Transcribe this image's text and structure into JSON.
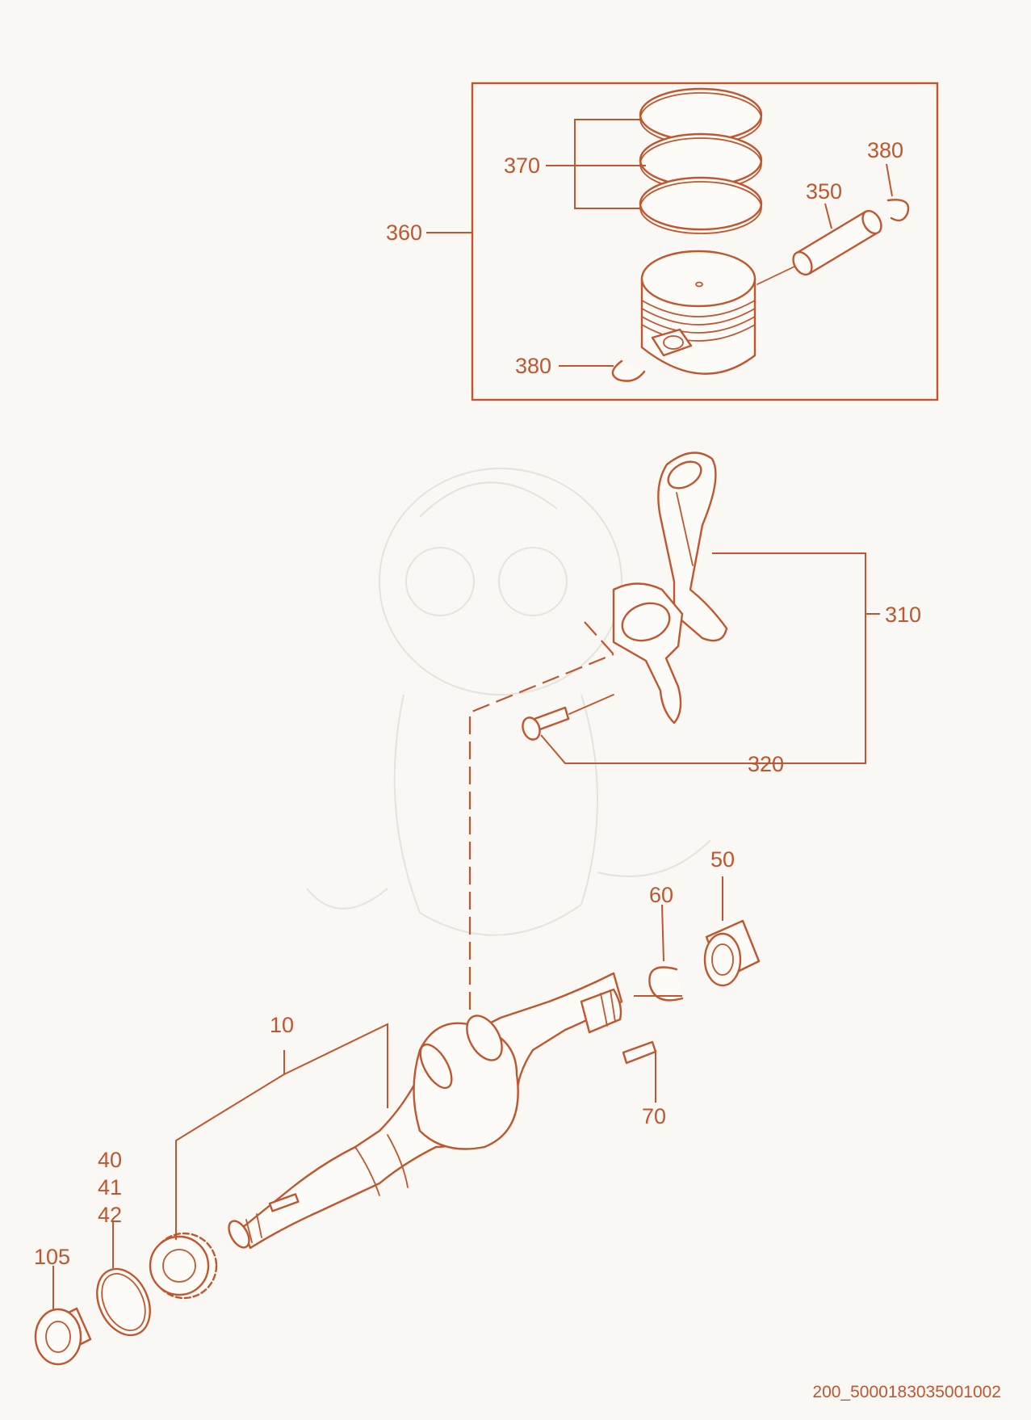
{
  "colors": {
    "ink": "#c0562e",
    "ghost": "#e6e3de",
    "background": "#faf8f4"
  },
  "callouts": {
    "c360": "360",
    "c370": "370",
    "c380_top": "380",
    "c350": "350",
    "c380_bottom": "380",
    "c310": "310",
    "c320": "320",
    "c50": "50",
    "c60": "60",
    "c10": "10",
    "c70": "70",
    "c40": "40",
    "c41": "41",
    "c42": "42",
    "c105": "105"
  },
  "reference_code": "200_5000183035001002"
}
